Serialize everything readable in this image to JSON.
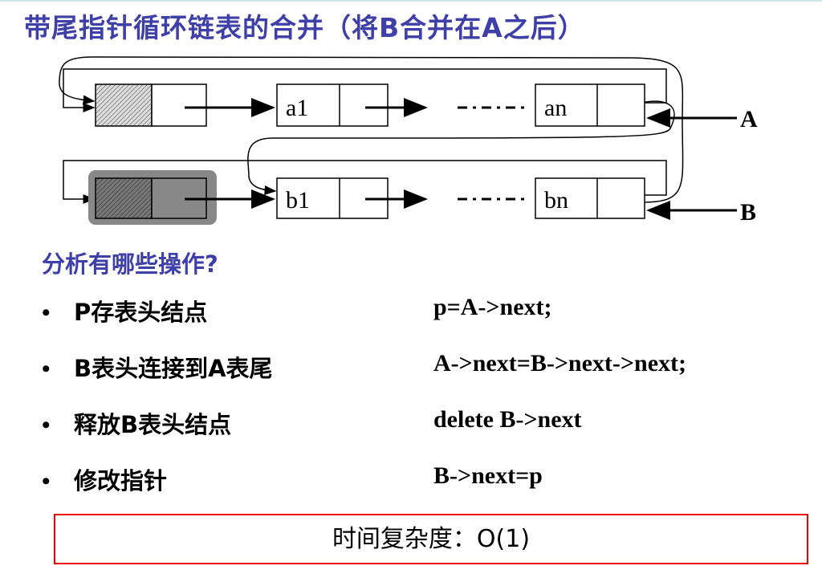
{
  "title": "带尾指针循环链表的合并（将B合并在A之后）",
  "diagram": {
    "a1": "a1",
    "an": "an",
    "b1": "b1",
    "bn": "bn",
    "ptr_a": "A",
    "ptr_b": "B",
    "dots": "- · - · -"
  },
  "question": "分析有哪些操作?",
  "steps": [
    {
      "bullet": "•",
      "text": "P存表头结点",
      "code": "p=A->next;"
    },
    {
      "bullet": "•",
      "text": "B表头连接到A表尾",
      "code": "A->next=B->next->next;"
    },
    {
      "bullet": "•",
      "text": "释放B表头结点",
      "code": "delete B->next"
    },
    {
      "bullet": "•",
      "text": "修改指针",
      "code": "B->next=p"
    }
  ],
  "complexity": "时间复杂度：O(1)"
}
